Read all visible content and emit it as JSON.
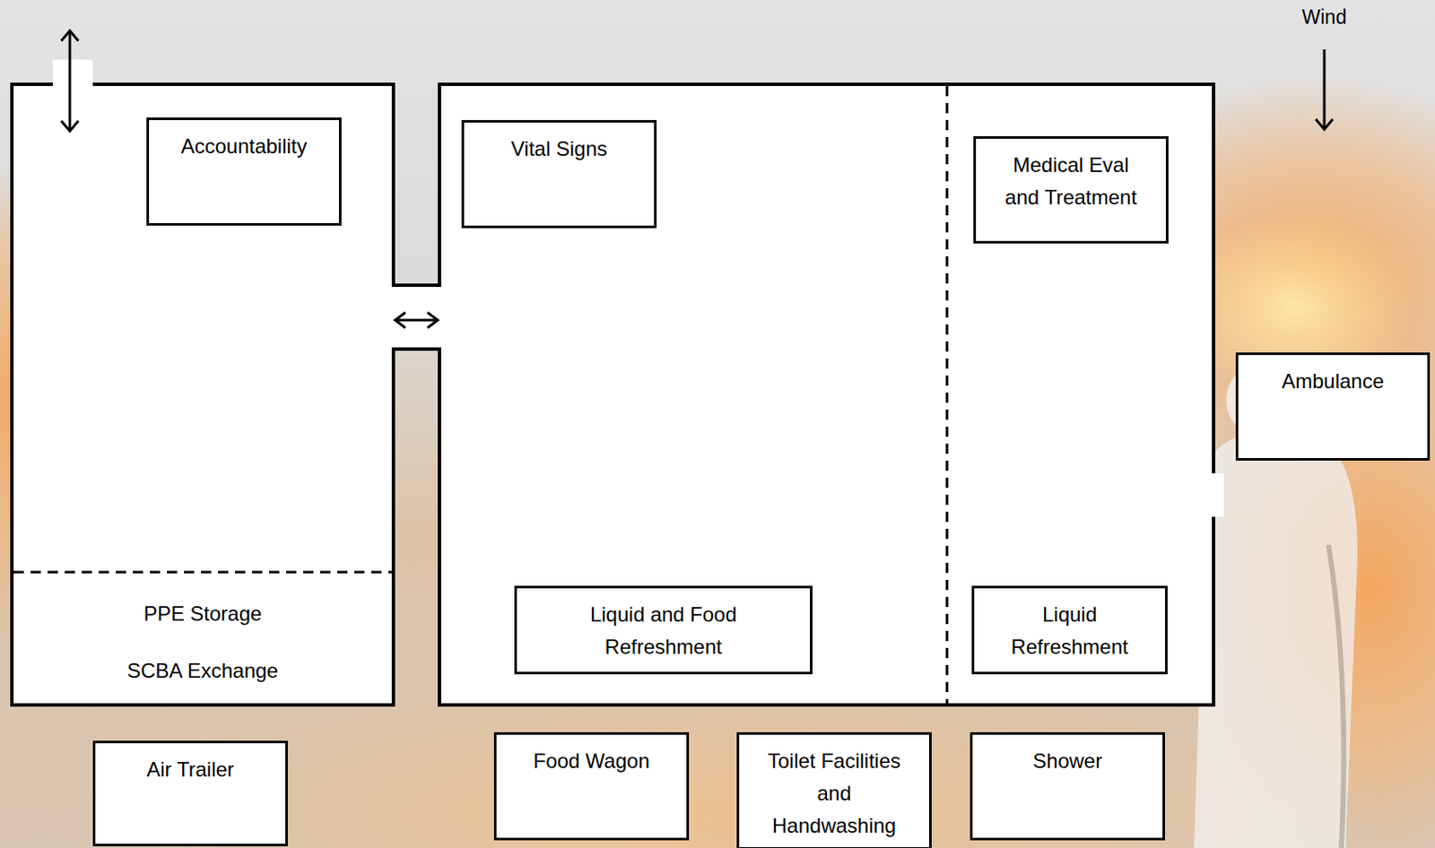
{
  "diagram": {
    "nodes": [
      {
        "text": [
          "PPE Storage",
          "SCBA Exchange"
        ]
      },
      {
        "text": [
          "Accountability"
        ],
        "in": 0
      },
      {
        "text": []
      },
      {
        "text": [
          "Vital Signs"
        ],
        "in": 2
      },
      {
        "text": [
          "Medical Eval and Treatment"
        ],
        "in": 2
      },
      {
        "text": [
          "Liquid and Food Refreshment"
        ],
        "in": 2
      },
      {
        "text": [
          "Liquid Refreshment"
        ],
        "in": 2
      },
      {
        "text": [
          "Ambulance"
        ]
      },
      {
        "text": [
          "Air Trailer"
        ]
      },
      {
        "text": [
          "Food Wagon"
        ]
      },
      {
        "text": [
          "Toilet Facilities and Handwashing"
        ]
      },
      {
        "text": [
          "Shower"
        ]
      }
    ],
    "edges": [
      {
        "from": 0,
        "to": 2,
        "arrow": "both"
      }
    ],
    "labels": [
      "Wind"
    ]
  }
}
